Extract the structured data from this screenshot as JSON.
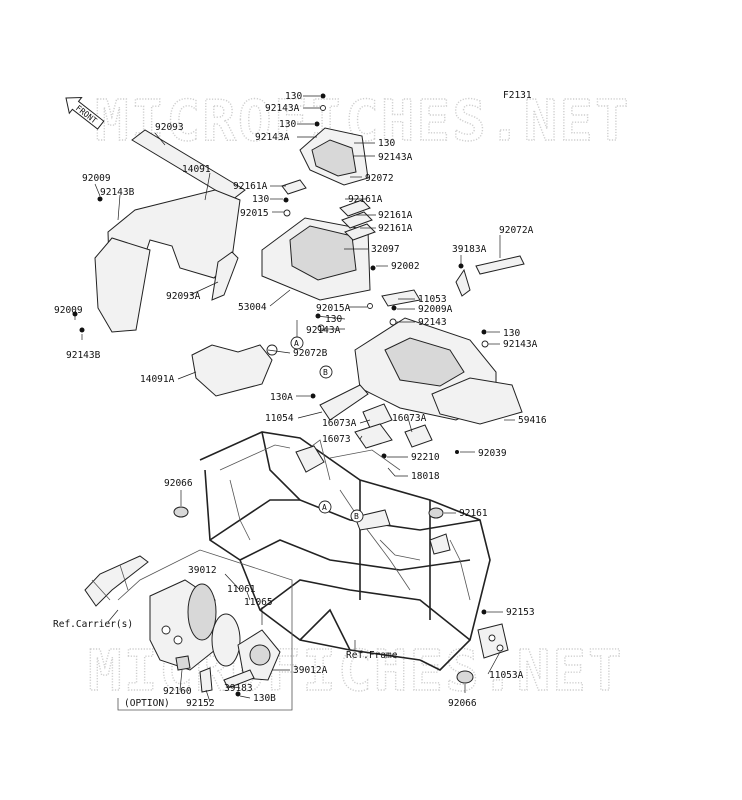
{
  "watermarks": [
    "MICROFICHES.NET",
    "MICROFICHES.NET"
  ],
  "figure_code": "F2131",
  "front_label": "FRONT",
  "labels": {
    "l130_a": "130",
    "l92143A_a": "92143A",
    "l130_b": "130",
    "l92143A_b": "92143A",
    "l130_c": "130",
    "l92143A_c": "92143A",
    "l92072": "92072",
    "l92161A_a": "92161A",
    "l130_d": "130",
    "l92015": "92015",
    "l92161A_b": "92161A",
    "l92161A_c": "92161A",
    "l92161A_d": "92161A",
    "l32097": "32097",
    "l92002": "92002",
    "l53004": "53004",
    "l92093": "92093",
    "l92009_a": "92009",
    "l92143B_a": "92143B",
    "l14091": "14091",
    "l92093A": "92093A",
    "l92009_b": "92009",
    "l92143B_b": "92143B",
    "l92072A": "92072A",
    "l39183A": "39183A",
    "l11053": "11053",
    "l92015A": "92015A",
    "l92009A": "92009A",
    "l130_e": "130",
    "l92143": "92143",
    "l92143A_d": "92143A",
    "l130_f": "130",
    "l92143A_e": "92143A",
    "l92072B": "92072B",
    "l14091A": "14091A",
    "l130A": "130A",
    "l11054": "11054",
    "l16073A_a": "16073A",
    "l16073A_b": "16073A",
    "l16073": "16073",
    "l59416": "59416",
    "l92210": "92210",
    "l92039": "92039",
    "l18018": "18018",
    "l92066_a": "92066",
    "l92161": "92161",
    "l39012": "39012",
    "l11061": "11061",
    "l11065": "11065",
    "l92153": "92153",
    "l39012A": "39012A",
    "l11053A": "11053A",
    "l92160": "92160",
    "l39183": "39183",
    "l92152": "92152",
    "l130B": "130B",
    "l92066_b": "92066",
    "ref_carrier": "Ref.Carrier(s)",
    "ref_frame": "Ref.Frame",
    "option": "(OPTION)",
    "marker_a": "A",
    "marker_b": "B"
  }
}
